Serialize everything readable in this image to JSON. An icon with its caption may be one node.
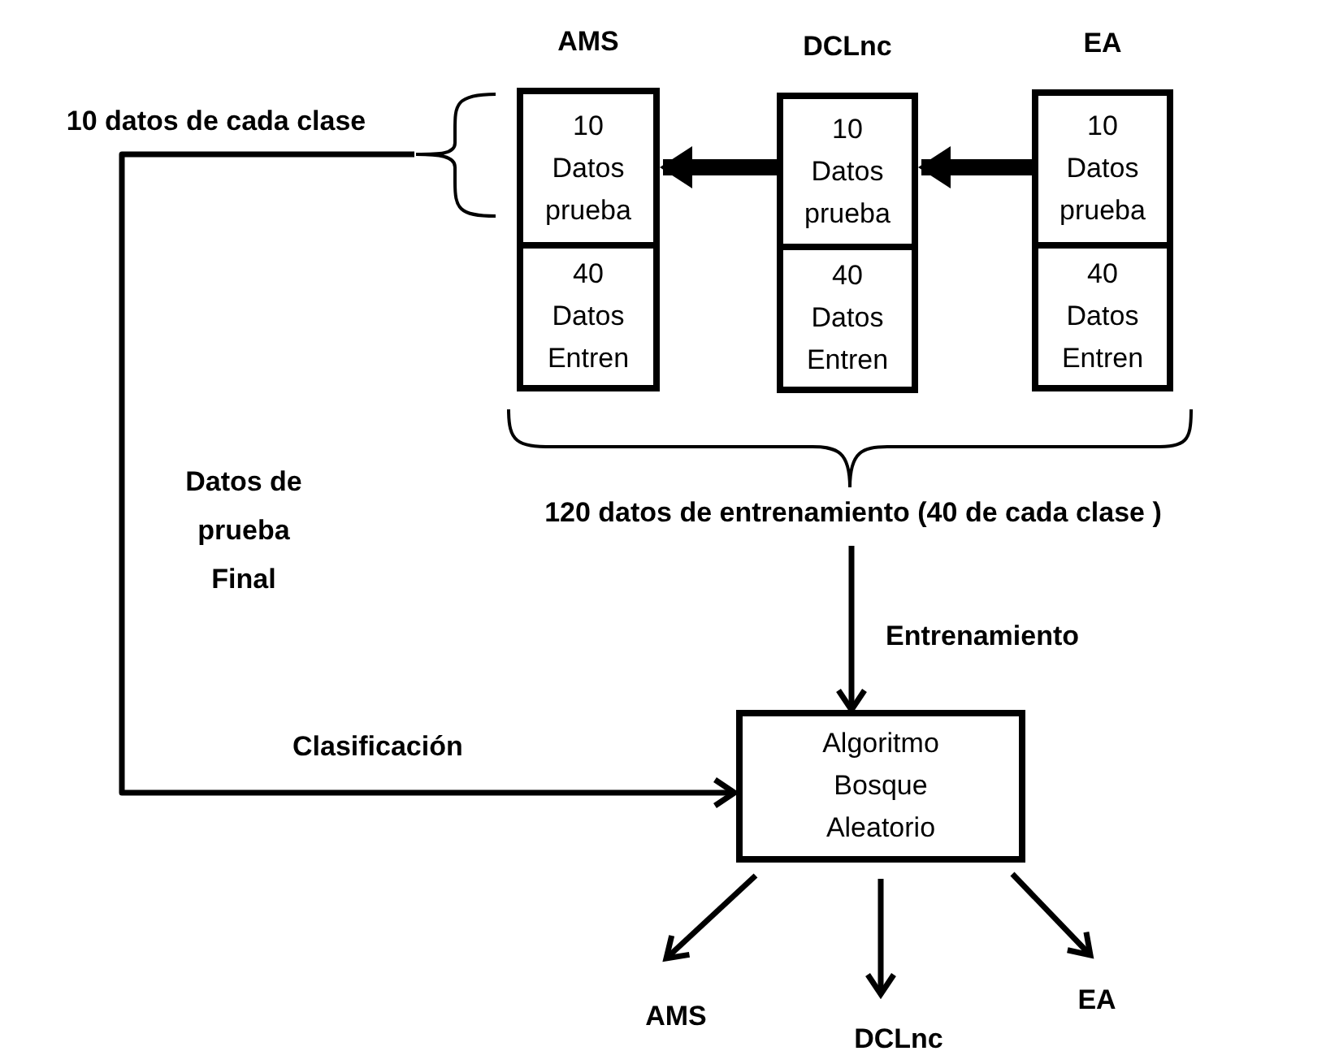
{
  "diagram": {
    "nodes": [
      {
        "text": [
          "AMS"
        ]
      },
      {
        "text": [
          "10 Datos prueba"
        ],
        "in": 0
      },
      {
        "text": [
          "40 Datos Entren"
        ],
        "in": 0
      },
      {
        "text": [
          "DCLnc"
        ]
      },
      {
        "text": [
          "10 Datos prueba"
        ],
        "in": 3
      },
      {
        "text": [
          "40 Datos Entren"
        ],
        "in": 3
      },
      {
        "text": [
          "EA"
        ]
      },
      {
        "text": [
          "10 Datos prueba"
        ],
        "in": 6
      },
      {
        "text": [
          "40 Datos Entren"
        ],
        "in": 6
      },
      {
        "text": [
          "120 datos de entrenamiento (40 de cada clase )"
        ]
      },
      {
        "text": [
          "Algoritmo Bosque Aleatorio"
        ]
      },
      {
        "text": [
          "AMS"
        ]
      },
      {
        "text": [
          "DCLnc"
        ]
      },
      {
        "text": [
          "EA"
        ]
      },
      {
        "text": [],
        "shape": "brace"
      }
    ],
    "edges": [
      {
        "from": 4,
        "to": 1,
        "arrow": "to",
        "style": "thick"
      },
      {
        "from": 7,
        "to": 4,
        "arrow": "to",
        "style": "thick"
      },
      {
        "from": 14,
        "to": 10,
        "arrow": "to",
        "label": "Clasificación"
      },
      {
        "from": 9,
        "to": 10,
        "arrow": "to",
        "label": "Entrenamiento"
      },
      {
        "from": 10,
        "to": 11,
        "arrow": "to"
      },
      {
        "from": 10,
        "to": 12,
        "arrow": "to"
      },
      {
        "from": 10,
        "to": 13,
        "arrow": "to"
      }
    ],
    "labels": [
      "10 datos de cada clase",
      "Datos de prueba Final"
    ]
  }
}
